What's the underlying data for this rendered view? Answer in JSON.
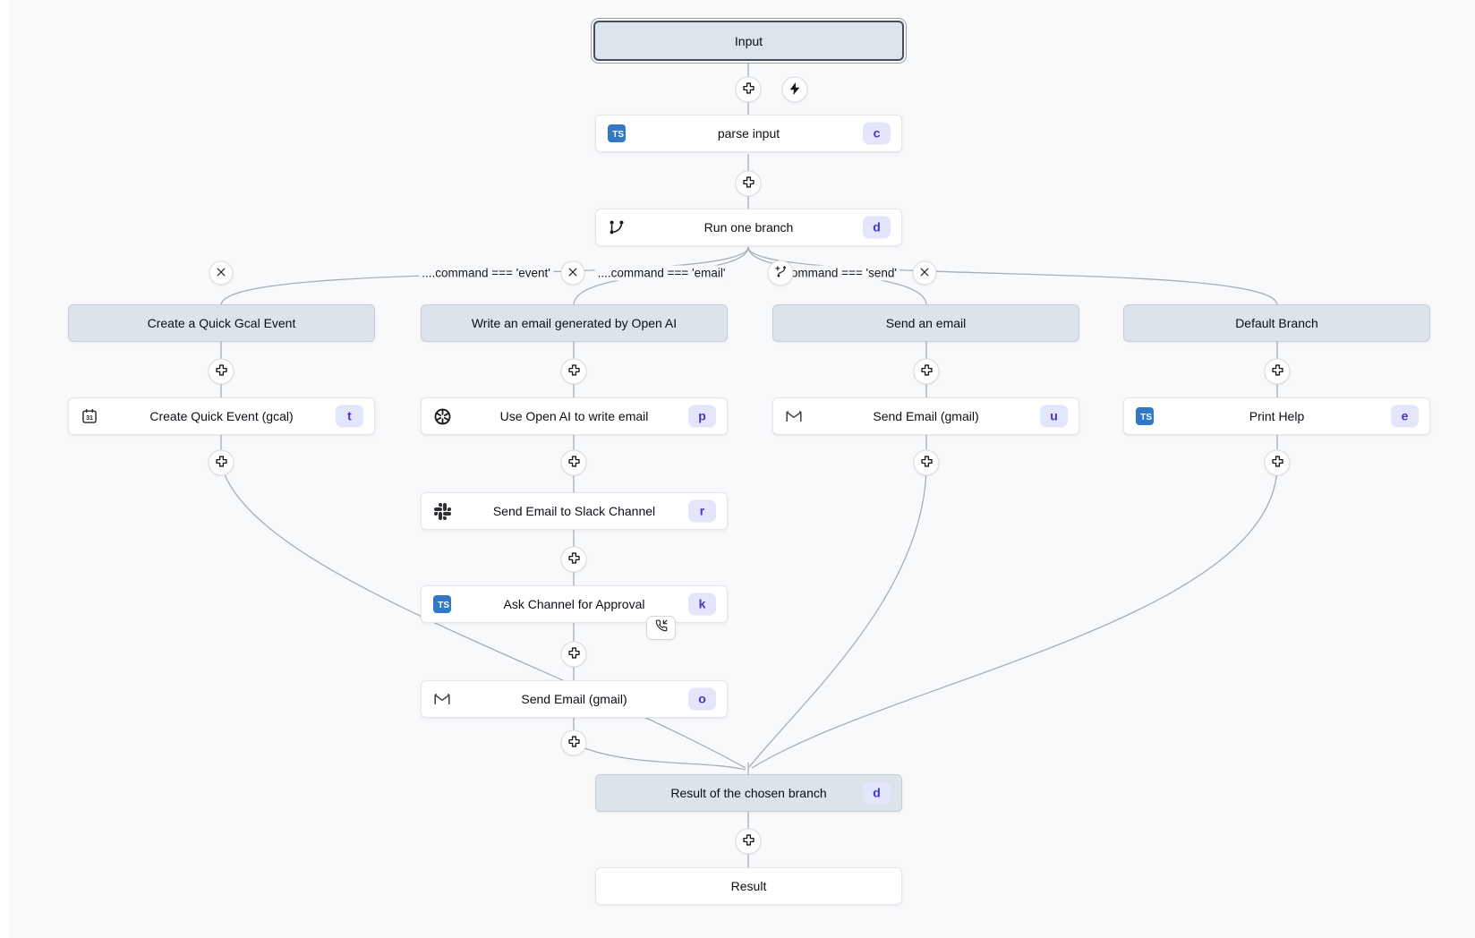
{
  "colors": {
    "background": "#f8f9fb",
    "edge": "#a9aeb5",
    "node_header_bg": "#dce3eb",
    "badge_bg": "#e3e6fb",
    "badge_text": "#4534c9",
    "typescript_blue": "#3178c6"
  },
  "icons": {
    "ts_label": "TS",
    "calendar_day": "31"
  },
  "main": {
    "input": {
      "label": "Input"
    },
    "parse_input": {
      "label": "parse input",
      "badge": "c",
      "icon": "typescript-icon"
    },
    "run_one_branch": {
      "label": "Run one branch",
      "badge": "d",
      "icon": "git-branch-icon"
    },
    "result_of_branch": {
      "label": "Result of the chosen branch",
      "badge": "d"
    },
    "result": {
      "label": "Result"
    }
  },
  "conditions": [
    {
      "text": "....command === 'event'"
    },
    {
      "text": "....command === 'email'"
    },
    {
      "text": "....command === 'send'"
    }
  ],
  "branches": [
    {
      "header": "Create a Quick Gcal Event",
      "steps": [
        {
          "label": "Create Quick Event (gcal)",
          "badge": "t",
          "icon": "calendar-icon"
        }
      ]
    },
    {
      "header": "Write an email generated by Open AI",
      "steps": [
        {
          "label": "Use Open AI to write email",
          "badge": "p",
          "icon": "openai-icon"
        },
        {
          "label": "Send Email to Slack Channel",
          "badge": "r",
          "icon": "slack-icon"
        },
        {
          "label": "Ask Channel for Approval",
          "badge": "k",
          "icon": "typescript-icon"
        },
        {
          "label": "Send Email (gmail)",
          "badge": "o",
          "icon": "gmail-icon"
        }
      ]
    },
    {
      "header": "Send an email",
      "steps": [
        {
          "label": "Send Email (gmail)",
          "badge": "u",
          "icon": "gmail-icon"
        }
      ]
    },
    {
      "header": "Default Branch",
      "steps": [
        {
          "label": "Print Help",
          "badge": "e",
          "icon": "typescript-icon"
        }
      ]
    }
  ]
}
